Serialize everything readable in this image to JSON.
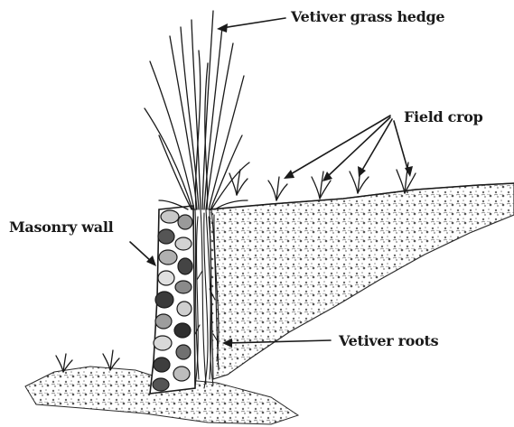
{
  "labels": {
    "hedge": "Vetiver grass hedge",
    "crop": "Field crop",
    "wall": "Masonry wall",
    "roots": "Vetiver roots"
  }
}
